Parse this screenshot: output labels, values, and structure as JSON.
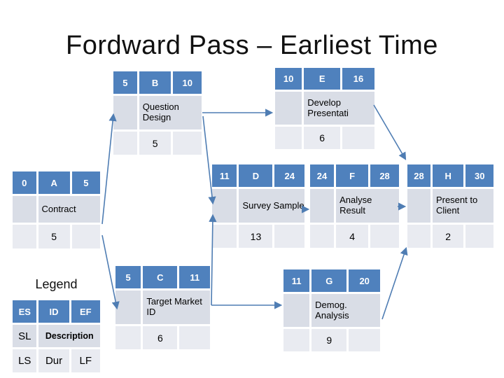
{
  "slide": {
    "title": "Fordward Pass – Earliest Time",
    "background": "#ffffff"
  },
  "colors": {
    "node_header_bg": "#4F81BD",
    "node_header_text": "#ffffff",
    "node_desc_row_bg": "#D9DDE6",
    "node_duration_row_bg": "#E9EBF1",
    "connector": "#4F7DB3",
    "body_text": "#000000",
    "title_text": "#111111"
  },
  "legend": {
    "title": "Legend",
    "header": {
      "es": "ES",
      "id": "ID",
      "ef": "EF"
    },
    "middle": {
      "sl": "SL",
      "description": "Description"
    },
    "bottom": {
      "ls": "LS",
      "dur": "Dur",
      "lf": "LF"
    }
  },
  "activities": [
    {
      "id": "A",
      "es": "0",
      "ef": "5",
      "description": "Contract",
      "duration": "5"
    },
    {
      "id": "B",
      "es": "5",
      "ef": "10",
      "description": "Question Design",
      "duration": "5"
    },
    {
      "id": "C",
      "es": "5",
      "ef": "11",
      "description": "Target Market ID",
      "duration": "6"
    },
    {
      "id": "D",
      "es": "11",
      "ef": "24",
      "description": "Survey Sample",
      "duration": "13"
    },
    {
      "id": "E",
      "es": "10",
      "ef": "16",
      "description": "Develop Presentati",
      "duration": "6"
    },
    {
      "id": "F",
      "es": "24",
      "ef": "28",
      "description": "Analyse Result",
      "duration": "4"
    },
    {
      "id": "G",
      "es": "11",
      "ef": "20",
      "description": "Demog. Analysis",
      "duration": "9"
    },
    {
      "id": "H",
      "es": "28",
      "ef": "30",
      "description": "Present to Client",
      "duration": "2"
    }
  ],
  "connectors": [
    {
      "from": "A",
      "to": "B"
    },
    {
      "from": "A",
      "to": "C"
    },
    {
      "from": "B",
      "to": "E"
    },
    {
      "from": "B",
      "to": "D"
    },
    {
      "from": "C",
      "to": "D"
    },
    {
      "from": "C",
      "to": "G"
    },
    {
      "from": "D",
      "to": "F"
    },
    {
      "from": "E",
      "to": "H"
    },
    {
      "from": "F",
      "to": "H"
    },
    {
      "from": "G",
      "to": "H"
    }
  ]
}
